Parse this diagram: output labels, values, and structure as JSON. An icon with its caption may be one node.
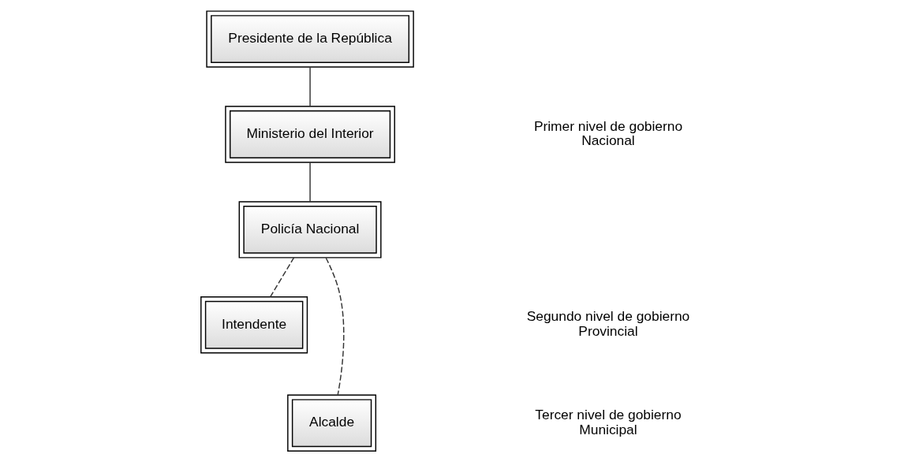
{
  "diagram": {
    "nodes": [
      {
        "text": [
          "Presidente de la República"
        ]
      },
      {
        "text": [
          "Ministerio del Interior"
        ]
      },
      {
        "text": [
          "Policía Nacional"
        ]
      },
      {
        "text": [
          "Intendente"
        ]
      },
      {
        "text": [
          "Alcalde"
        ]
      }
    ],
    "edges": [
      {
        "from": 0,
        "to": 1,
        "arrow": "none"
      },
      {
        "from": 1,
        "to": 2,
        "arrow": "none"
      },
      {
        "from": 2,
        "to": 3,
        "arrow": "none",
        "style": "dashed"
      },
      {
        "from": 2,
        "to": 4,
        "arrow": "none",
        "style": "dashed"
      }
    ],
    "labels": [
      "Primer nivel de gobierno Nacional",
      "Segundo nivel de gobierno Provincial",
      "Tercer nivel de gobierno Municipal"
    ]
  }
}
